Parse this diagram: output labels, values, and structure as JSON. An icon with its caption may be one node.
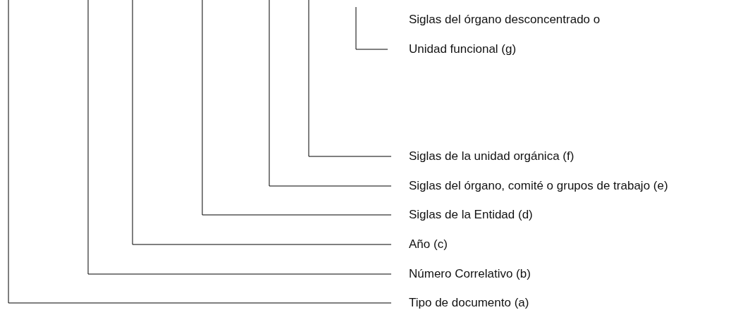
{
  "diagram": {
    "nodes": [
      {
        "text": [
          "Siglas del órgano desconcentrado o Unidad funcional (g)"
        ]
      },
      {
        "text": [
          "Siglas de la unidad orgánica (f)"
        ]
      },
      {
        "text": [
          "Siglas del órgano, comité o grupos de trabajo (e)"
        ]
      },
      {
        "text": [
          "Siglas de la Entidad (d)"
        ]
      },
      {
        "text": [
          "Año (c)"
        ]
      },
      {
        "text": [
          "Número Correlativo (b)"
        ]
      },
      {
        "text": [
          "Tipo de documento (a)"
        ]
      }
    ],
    "edges": [
      {
        "from": null,
        "to": 0,
        "arrow": "none"
      },
      {
        "from": null,
        "to": 1,
        "arrow": "none"
      },
      {
        "from": null,
        "to": 2,
        "arrow": "none"
      },
      {
        "from": null,
        "to": 3,
        "arrow": "none"
      },
      {
        "from": null,
        "to": 4,
        "arrow": "none"
      },
      {
        "from": null,
        "to": 5,
        "arrow": "none"
      },
      {
        "from": null,
        "to": 6,
        "arrow": "none"
      }
    ]
  }
}
